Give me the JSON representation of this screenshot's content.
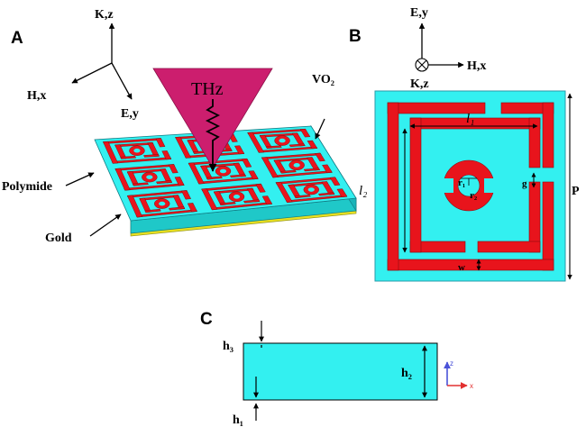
{
  "panels": {
    "a": "A",
    "b": "B",
    "c": "C"
  },
  "panel_a": {
    "axis_k": "K,z",
    "axis_h": "H,x",
    "axis_e": "E,y",
    "source": "THz",
    "vo2_label": "VO₂",
    "polymide_label": "Polymide",
    "gold_label": "Gold"
  },
  "panel_b": {
    "axis_e": "E,y",
    "axis_h": "H,x",
    "axis_k": "K,z",
    "dim_l1": "l₁",
    "dim_l2": "l₂",
    "dim_g": "g",
    "dim_p": "P",
    "dim_w": "w",
    "dim_r1": "r₁",
    "dim_r2": "r₂"
  },
  "panel_c": {
    "dim_h3": "h₃",
    "dim_h2": "h₂",
    "dim_h1": "h₁",
    "axis_z": "z",
    "axis_x": "x"
  },
  "colors": {
    "dielectric": "#33f0f0",
    "metal": "#e8141c",
    "gold": "#e8e020",
    "beam": "#cc1e6e"
  }
}
